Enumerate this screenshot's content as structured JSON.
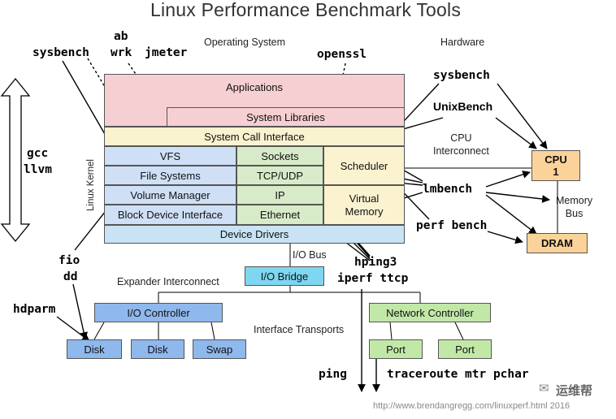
{
  "title": "Linux Performance Benchmark Tools",
  "section_labels": {
    "operating_system": "Operating System",
    "hardware": "Hardware",
    "linux_kernel": "Linux Kernel",
    "cpu_interconnect": "CPU\nInterconnect",
    "memory_bus": "Memory\nBus",
    "io_bus": "I/O Bus",
    "expander_interconnect": "Expander Interconnect",
    "interface_transports": "Interface Transports"
  },
  "os_layers": {
    "applications": "Applications",
    "system_libraries": "System Libraries",
    "system_call_interface": "System Call Interface",
    "vfs": "VFS",
    "file_systems": "File Systems",
    "volume_manager": "Volume Manager",
    "block_device_interface": "Block Device Interface",
    "sockets": "Sockets",
    "tcp_udp": "TCP/UDP",
    "ip": "IP",
    "ethernet": "Ethernet",
    "scheduler": "Scheduler",
    "virtual_memory": "Virtual\nMemory",
    "device_drivers": "Device Drivers"
  },
  "hardware_components": {
    "cpu": "CPU\n1",
    "dram": "DRAM",
    "io_bridge": "I/O Bridge",
    "io_controller": "I/O Controller",
    "disk_1": "Disk",
    "disk_2": "Disk",
    "swap": "Swap",
    "network_controller": "Network Controller",
    "port_1": "Port",
    "port_2": "Port"
  },
  "tools": {
    "sysbench_left": "sysbench",
    "ab": "ab",
    "wrk": "wrk",
    "jmeter": "jmeter",
    "openssl": "openssl",
    "sysbench_right": "sysbench",
    "unixbench": "UnixBench",
    "gcc": "gcc",
    "llvm": "llvm",
    "lmbench": "lmbench",
    "perf_bench": "perf bench",
    "fio": "fio",
    "dd": "dd",
    "hdparm": "hdparm",
    "hping3": "hping3",
    "iperf_ttcp": "iperf ttcp",
    "ping": "ping",
    "traceroute_mtr_pchar": "traceroute mtr pchar"
  },
  "footer": {
    "url": "http://www.brendangregg.com/linuxperf.html 2016",
    "watermark": "运维帮"
  },
  "colors": {
    "applications": "#f6cfd2",
    "syscall": "#fbf2d0",
    "storage_stack": "#cfe0f6",
    "network_stack": "#d7ebc8",
    "scheduler_vm": "#fbf2d0",
    "device_drivers": "#c9e3f4",
    "cpu_dram": "#fbd39a",
    "io_bridge": "#7fd6f0",
    "io_controller": "#8fb8ec",
    "network_controller": "#c2e8a8"
  }
}
